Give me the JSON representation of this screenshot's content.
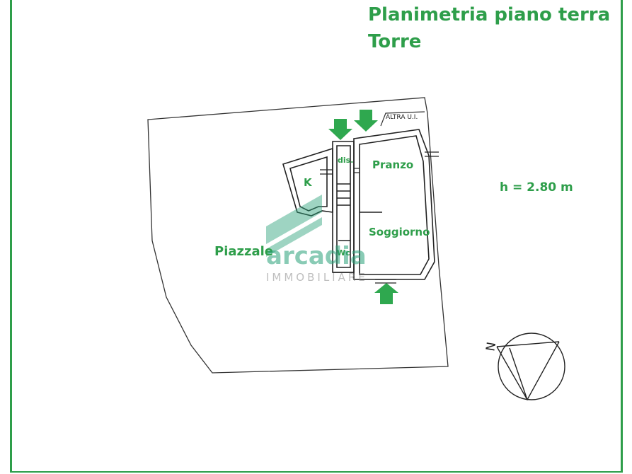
{
  "title": {
    "line1": "Planimetria piano terra",
    "line2": "Torre"
  },
  "height_note": "h = 2.80 m",
  "rooms": {
    "kitchen": "K",
    "disimpegno": "dis.",
    "dining": "Pranzo",
    "living": "Soggiorno",
    "wc": "Wc",
    "courtyard": "Piazzale",
    "other_unit": "ALTRA U.I."
  },
  "watermark": {
    "brand": "arcadia",
    "sub": "IMMOBILIARE"
  },
  "compass": {
    "north_label": "N"
  },
  "colors": {
    "accent_green": "#2e9e4a",
    "arrow_green": "#2fa84f",
    "watermark_teal": "#2aa27a"
  }
}
